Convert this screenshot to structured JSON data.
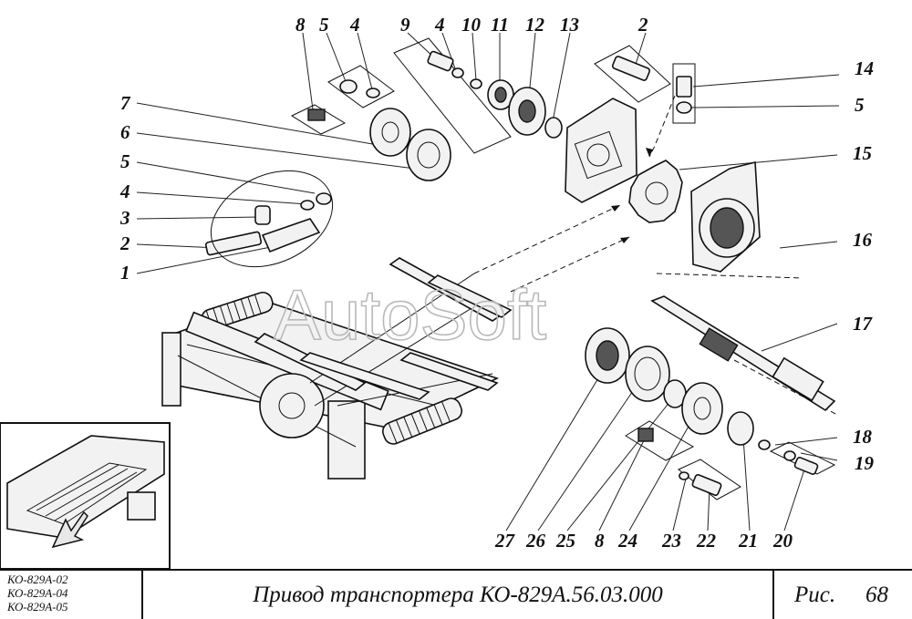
{
  "watermark": "AutoSoft",
  "callouts": {
    "top": [
      "8",
      "5",
      "4",
      "9",
      "4",
      "10",
      "11",
      "12",
      "13",
      "2"
    ],
    "left": [
      "7",
      "6",
      "5",
      "4",
      "3",
      "2",
      "1"
    ],
    "right": [
      "14",
      "5",
      "15",
      "16",
      "17",
      "18",
      "19"
    ],
    "bottom": [
      "27",
      "26",
      "25",
      "8",
      "24",
      "23",
      "22",
      "21",
      "20"
    ]
  },
  "footer": {
    "models": [
      "КО-829А-02",
      "КО-829А-04",
      "КО-829А-05"
    ],
    "title": "Привод транспортера КО-829А.56.03.000",
    "figure_label": "Рис.",
    "figure_number": "68"
  }
}
